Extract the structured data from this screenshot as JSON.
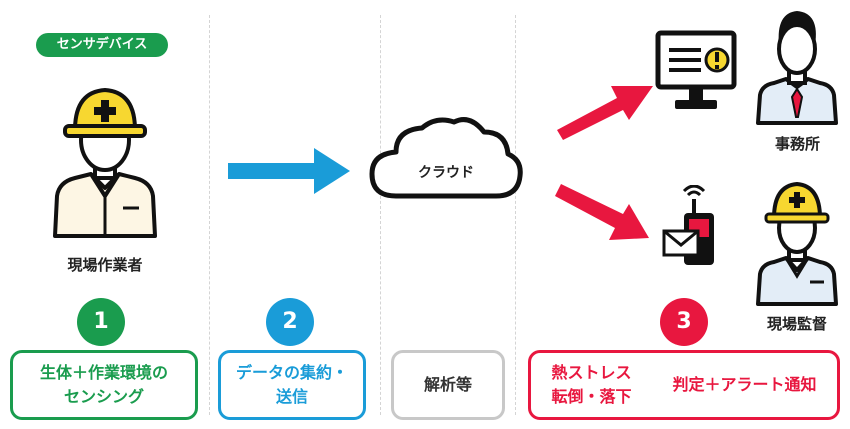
{
  "sensor_badge": "センサデバイス",
  "worker_label": "現場作業者",
  "cloud_label": "クラウド",
  "office_label": "事務所",
  "supervisor_label": "現場監督",
  "steps": [
    {
      "number": "1",
      "color": "#1a9c4e"
    },
    {
      "number": "2",
      "color": "#1a9cd8"
    },
    {
      "number": "3",
      "color": "#e8173f"
    }
  ],
  "boxes": {
    "sensing": {
      "line1": "生体＋作業環境の",
      "line2": "センシング"
    },
    "data": {
      "line1": "データの集約・",
      "line2": "送信"
    },
    "analysis": {
      "text": "解析等"
    },
    "alert": {
      "left1": "熱ストレス",
      "left2": "転倒・落下",
      "right": "判定＋アラート通知"
    }
  },
  "colors": {
    "green": "#1a9c4e",
    "blue": "#1a9cd8",
    "gray": "#c8c8c8",
    "red": "#e8173f",
    "helmet": "#f7d730"
  },
  "icons": [
    "worker-helmet-icon",
    "right-arrow-icon",
    "cloud-icon",
    "monitor-alert-icon",
    "office-person-icon",
    "phone-mail-icon",
    "supervisor-helmet-icon"
  ]
}
